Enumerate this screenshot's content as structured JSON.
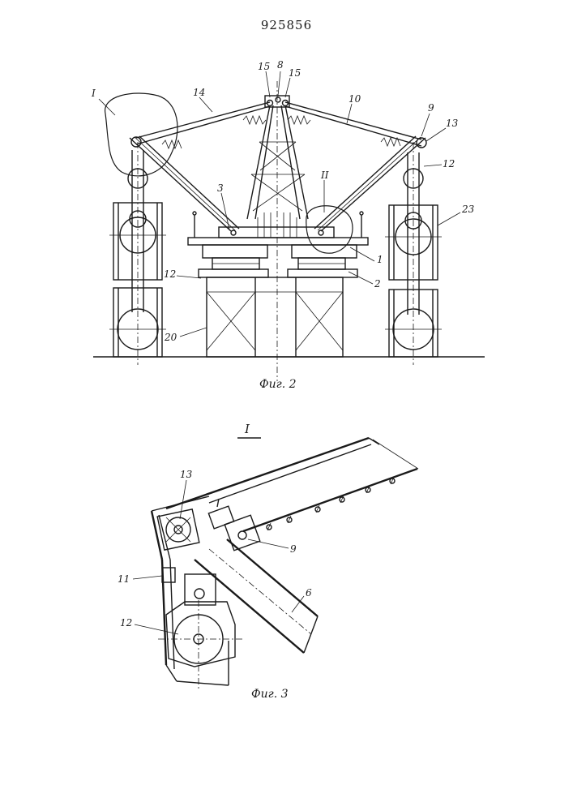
{
  "header": {
    "patent_number": "925856"
  },
  "figure2": {
    "caption": "Фиг. 2",
    "labels": {
      "I": "I",
      "II": "II",
      "l1": "1",
      "l2": "2",
      "l3": "3",
      "l8": "8",
      "l9": "9",
      "l10": "10",
      "l12a": "12",
      "l12b": "12",
      "l13": "13",
      "l14": "14",
      "l15a": "15",
      "l15b": "15",
      "l20": "20",
      "l23": "23"
    }
  },
  "figure3": {
    "section_title": "I",
    "caption": "Фиг. 3",
    "labels": {
      "l6": "6",
      "l9": "9",
      "l11": "11",
      "l12": "12",
      "l13": "13"
    }
  }
}
